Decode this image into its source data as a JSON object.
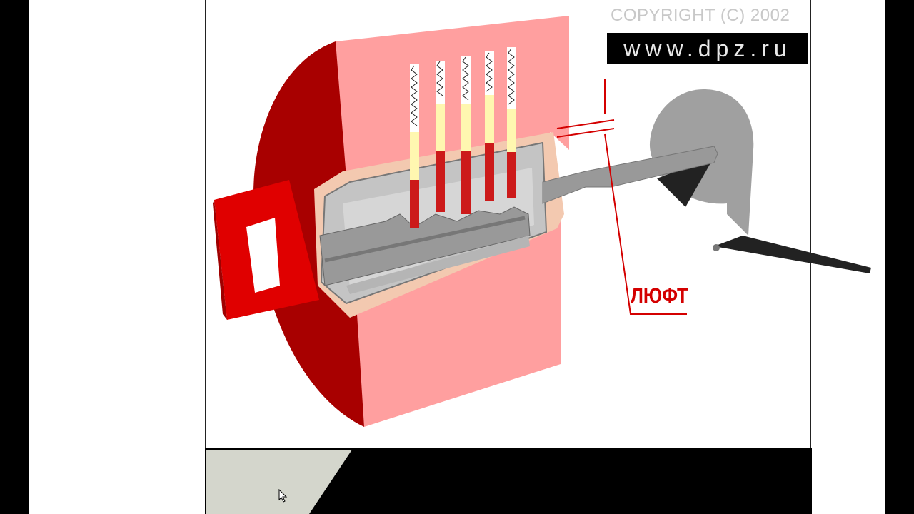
{
  "watermark": {
    "copyright": "COPYRIGHT (C) 2002",
    "url": "www.dpz.ru"
  },
  "diagram": {
    "label_play": "ЛЮФТ"
  },
  "colors": {
    "cylinder_front": "#ff9f9f",
    "cylinder_back": "#a80000",
    "pin": "#cc1a1a",
    "driver_pin": "#fff7b0",
    "metal": "#a8a8a8",
    "annotation": "#d40000"
  }
}
